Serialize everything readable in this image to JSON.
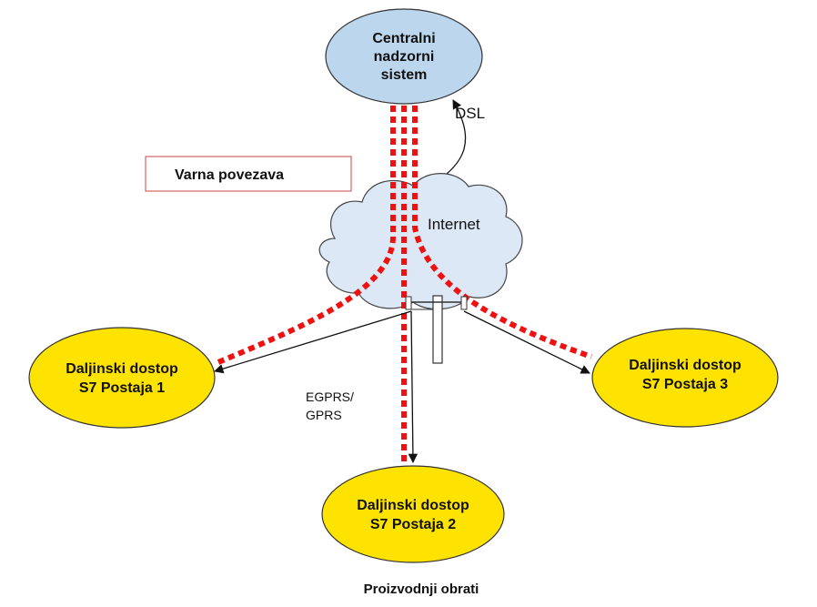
{
  "central_node": {
    "line1": "Centralni",
    "line2": "nadzorni",
    "line3": "sistem"
  },
  "legend": {
    "label": "Varna povezava"
  },
  "cloud": {
    "label": "Internet"
  },
  "link_labels": {
    "dsl": "DSL",
    "egprs_line1": "EGPRS/",
    "egprs_line2": "GPRS"
  },
  "stations": [
    {
      "line1": "Daljinski dostop",
      "line2": "S7 Postaja 1"
    },
    {
      "line1": "Daljinski dostop",
      "line2": "S7 Postaja 2"
    },
    {
      "line1": "Daljinski dostop",
      "line2": "S7 Postaja 3"
    }
  ],
  "footer": {
    "label": "Proizvodnji obrati"
  },
  "colors": {
    "central_fill": "#bcd6ee",
    "station_fill": "#ffe300",
    "secure_link": "#ee1111",
    "cloud_fill": "#dde8f6"
  }
}
